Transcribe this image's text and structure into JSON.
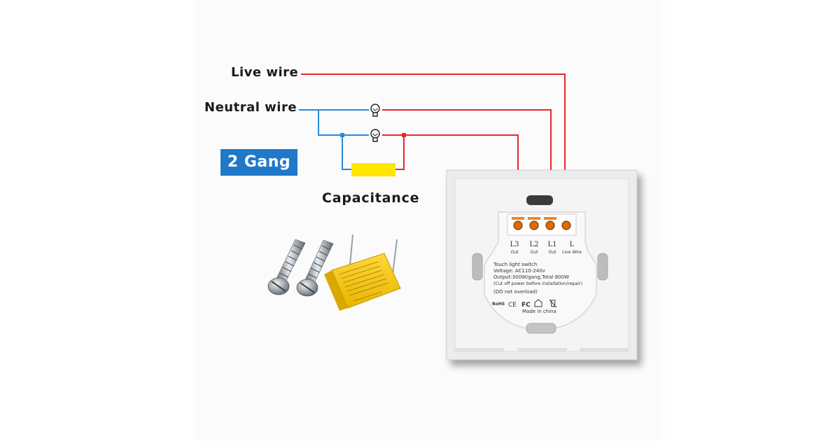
{
  "labels": {
    "live_wire": "Live wire",
    "neutral_wire": "Neutral wire",
    "gang": "2 Gang",
    "capacitance": "Capacitance"
  },
  "switch": {
    "terminals": [
      {
        "label": "L3",
        "sub": "Out"
      },
      {
        "label": "L2",
        "sub": "Out"
      },
      {
        "label": "L1",
        "sub": "Out"
      },
      {
        "label": "L",
        "sub": "Live Wire"
      }
    ],
    "spec_lines": [
      "Touch light switch",
      "Voltage: AC110-240v",
      "Output:300W/gang,Total 800W",
      "(Cut off power before installation/repair)",
      "(DO not overload)"
    ],
    "made_in": "Made  in  china",
    "marks": [
      "RoHS",
      "CE",
      "FC"
    ]
  },
  "colors": {
    "live": "#e8262b",
    "neutral": "#2a8bd6",
    "capacitor_symbol": "#ffe600",
    "badge": "#1f78c8"
  },
  "icons": [
    "bulb-icon",
    "bulb-icon",
    "screw-icon",
    "screw-icon",
    "capacitor-component",
    "recycle-bin-icon",
    "home-icon"
  ]
}
